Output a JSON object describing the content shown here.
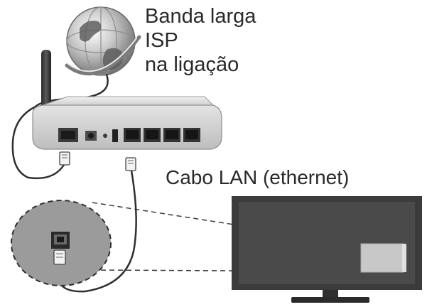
{
  "labels": {
    "isp_line1": "Banda larga",
    "isp_line2": "ISP",
    "isp_line3": "na ligação",
    "lan_cable": "Cabo LAN (ethernet)"
  },
  "icons": {
    "globe": "globe-icon",
    "router": "router-icon",
    "tv": "tv-icon",
    "connector": "rj45-connector-icon",
    "port": "ethernet-port-icon"
  },
  "colors": {
    "cable": "#2f2f2f",
    "router_body": "#dcdcdc",
    "tv_screen": "#4a4a4a",
    "zoom_circle": "#9b9b9b",
    "highlight": "#c8c8c8"
  }
}
